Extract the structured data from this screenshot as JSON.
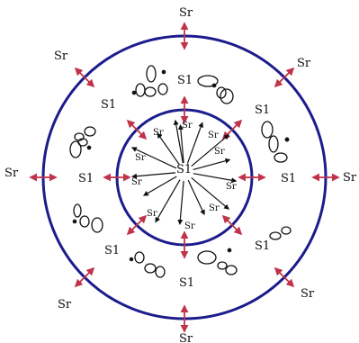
{
  "colors": {
    "background": "#ffffff",
    "circle": "#1c1c8c",
    "outward_arrow": "#c0334a",
    "inner_arrow": "#111111",
    "blob_stroke": "#111111"
  },
  "icons": {
    "outward_arrow": "red-double-headed-arrow-icon",
    "inner_arrow": "black-radial-arrow-icon",
    "blob": "ellipse-cluster-icon"
  },
  "labels": {
    "center": "S1",
    "outer_ring": [
      "Sr",
      "Sr",
      "Sr",
      "Sr",
      "Sr",
      "Sr",
      "Sr",
      "Sr"
    ],
    "middle_ring": [
      "S1",
      "S1",
      "S1",
      "S1",
      "S1",
      "S1",
      "S1",
      "S1"
    ],
    "inner_ring": [
      "Sr",
      "Sr",
      "Sr",
      "Sr",
      "Sr",
      "Sr",
      "Sr",
      "Sr",
      "Sr",
      "Sr"
    ]
  }
}
